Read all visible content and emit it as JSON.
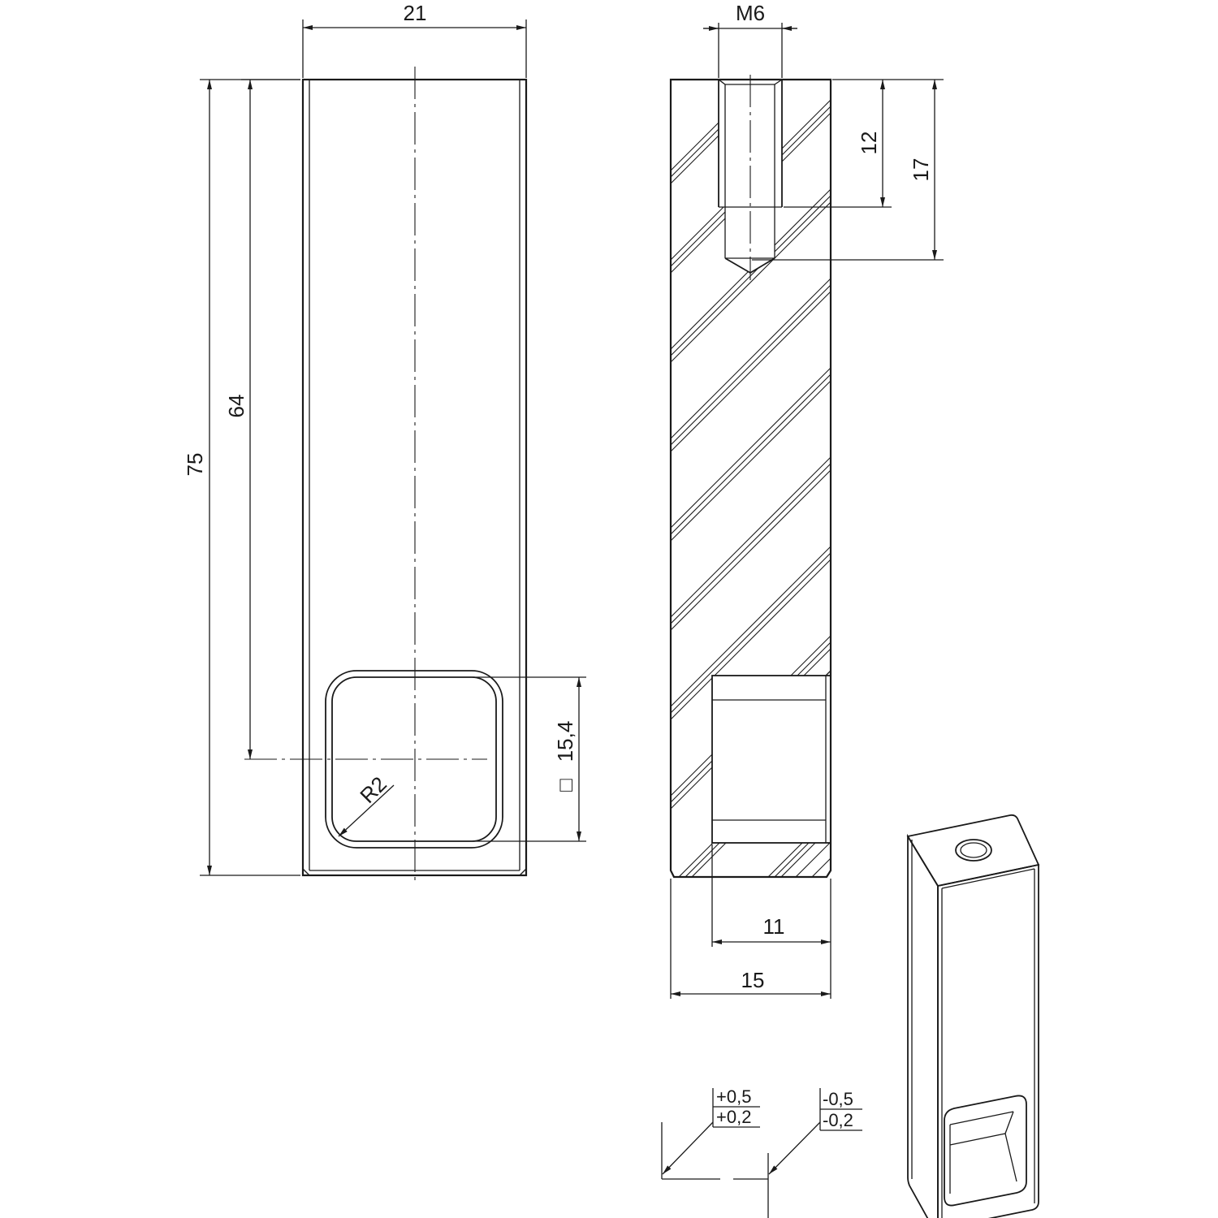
{
  "dimensions": {
    "width": "21",
    "height_total": "75",
    "height_to_center": "64",
    "window_size_symbol": "□",
    "window_size": "15,4",
    "corner_radius": "R2",
    "thread": "M6",
    "thread_depth": "12",
    "drill_depth": "17",
    "pocket_depth": "11",
    "depth_total": "15"
  },
  "tolerances": {
    "upper_plus": "+0,5",
    "lower_plus": "+0,2",
    "upper_minus": "-0,5",
    "lower_minus": "-0,2"
  }
}
